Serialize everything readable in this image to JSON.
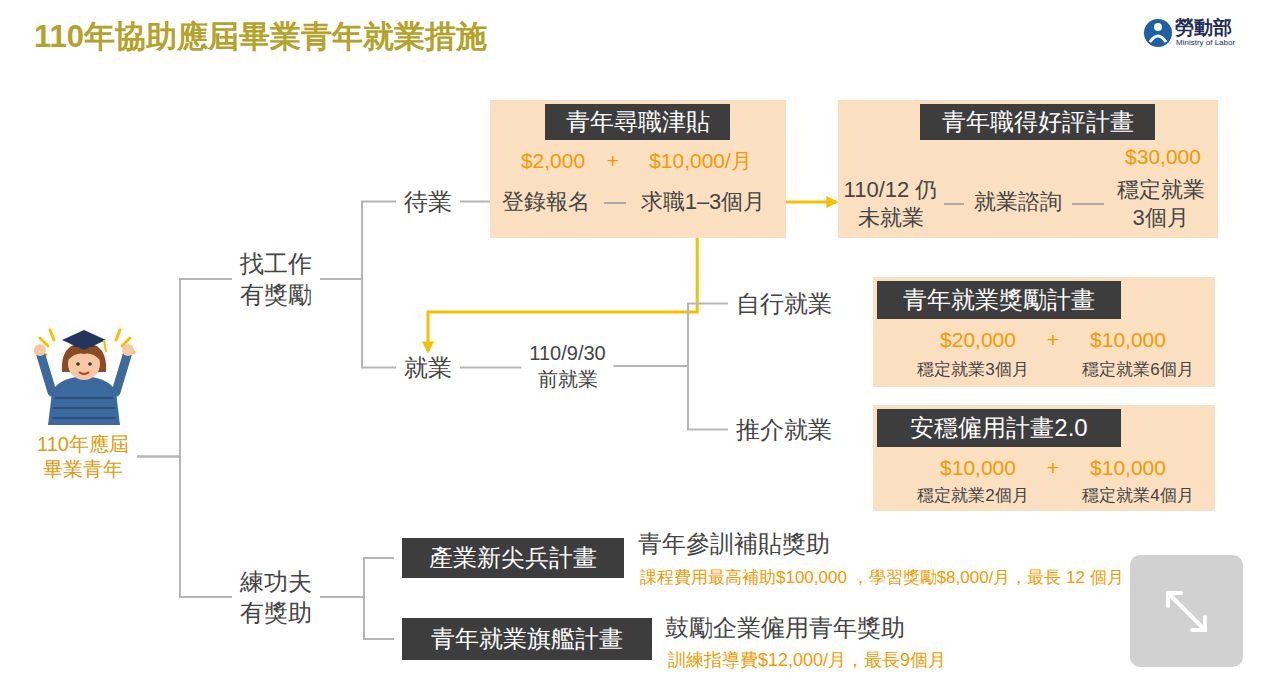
{
  "diagram": {
    "title": "110年協助應屆畢業青年就業措施",
    "nodes": [
      {
        "text": [
          "110年應屆畢業青年"
        ]
      },
      {
        "text": [
          "找工作 有獎勵"
        ]
      },
      {
        "text": [
          "待業"
        ]
      },
      {
        "text": [
          "$2,000",
          "+",
          "$10,000/月",
          "登錄報名",
          "求職1–3個月"
        ]
      },
      {
        "text": [
          "青年尋職津貼"
        ],
        "in": 3
      },
      {
        "text": [
          "$30,000",
          "110/12 仍未就業",
          "就業諮詢",
          "穩定就業 3個月"
        ]
      },
      {
        "text": [
          "青年職得好評計畫"
        ],
        "in": 5
      },
      {
        "text": [
          "就業"
        ]
      },
      {
        "text": [
          "110/9/30 前就業"
        ]
      },
      {
        "text": [
          "自行就業"
        ]
      },
      {
        "text": [
          "$20,000",
          "+",
          "$10,000",
          "穩定就業3個月",
          "穩定就業6個月"
        ]
      },
      {
        "text": [
          "青年就業獎勵計畫"
        ],
        "in": 10
      },
      {
        "text": [
          "推介就業"
        ]
      },
      {
        "text": [
          "$10,000",
          "+",
          "$10,000",
          "穩定就業2個月",
          "穩定就業4個月"
        ]
      },
      {
        "text": [
          "安穩僱用計畫2.0"
        ],
        "in": 13
      },
      {
        "text": [
          "練功夫 有獎助"
        ]
      },
      {
        "text": [
          "產業新尖兵計畫"
        ]
      },
      {
        "text": [
          "青年就業旗艦計畫"
        ]
      }
    ],
    "edges": [
      {
        "from": 0,
        "to": 1,
        "arrow": "none"
      },
      {
        "from": 0,
        "to": 15,
        "arrow": "none"
      },
      {
        "from": 1,
        "to": 2,
        "arrow": "none"
      },
      {
        "from": 1,
        "to": 7,
        "arrow": "none"
      },
      {
        "from": 2,
        "to": 3,
        "arrow": "none"
      },
      {
        "from": 3,
        "to": 5,
        "arrow": "to"
      },
      {
        "from": 3,
        "to": 7,
        "arrow": "to"
      },
      {
        "from": 7,
        "to": 8,
        "arrow": "none"
      },
      {
        "from": 8,
        "to": 9,
        "arrow": "none"
      },
      {
        "from": 8,
        "to": 12,
        "arrow": "none"
      },
      {
        "from": 15,
        "to": 16,
        "arrow": "none"
      },
      {
        "from": 15,
        "to": 17,
        "arrow": "none"
      }
    ],
    "labels": [
      "青年參訓補貼獎助",
      "課程費用最高補助$100,000 ，學習獎勵$8,000/月，最長 12 個月",
      "鼓勵企業僱用青年獎助",
      "訓練指導費$12,000/月，最長9個月",
      "勞動部",
      "Ministry of Labor"
    ]
  }
}
